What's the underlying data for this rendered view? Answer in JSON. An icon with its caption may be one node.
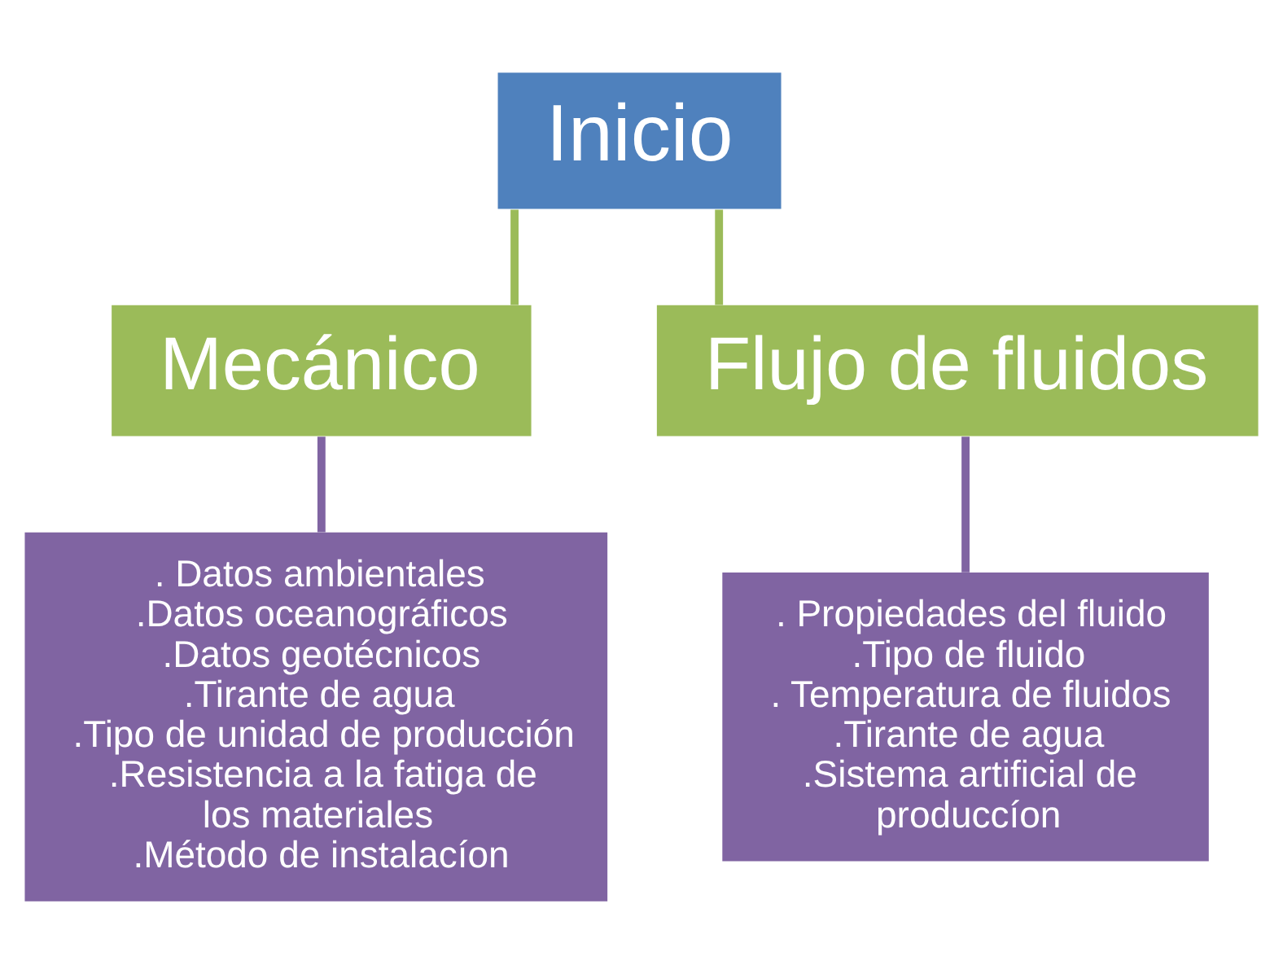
{
  "diagram": {
    "nodes": [
      {
        "text": [
          "Inicio"
        ]
      },
      {
        "text": [
          "Mecánico"
        ]
      },
      {
        "text": [
          "Flujo de fluidos"
        ]
      },
      {
        "text": [
          ". Datos ambientales",
          ".Datos oceanográficos",
          ".Datos geotécnicos",
          ".Tirante de agua",
          ".Tipo de unidad de producción",
          ".Resistencia a la fatiga de los materiales",
          ".Método de instalacíon"
        ]
      },
      {
        "text": [
          ". Propiedades del fluido",
          ".Tipo de fluido",
          ". Temperatura de fluidos",
          ".Tirante de agua",
          ".Sistema artificial de produccíon"
        ]
      }
    ],
    "edges": [
      {
        "from": 0,
        "to": 1,
        "arrow": "none",
        "color": "#9bbb59"
      },
      {
        "from": 0,
        "to": 2,
        "arrow": "none",
        "color": "#9bbb59"
      },
      {
        "from": 1,
        "to": 3,
        "arrow": "none",
        "color": "#8064a2"
      },
      {
        "from": 2,
        "to": 4,
        "arrow": "none",
        "color": "#8064a2"
      }
    ]
  }
}
